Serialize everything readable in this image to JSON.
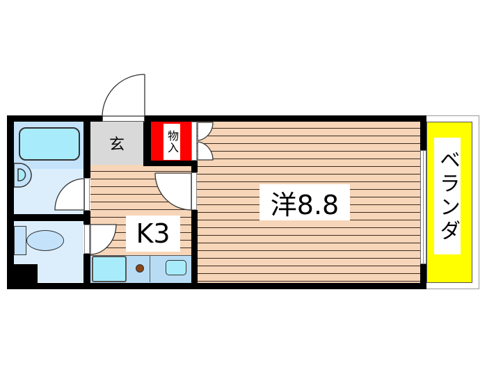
{
  "floorplan": {
    "rooms": {
      "entrance": {
        "label": "玄",
        "color": "#d9d9d9"
      },
      "storage": {
        "label": "物入",
        "color": "#ff0000"
      },
      "kitchen": {
        "label": "K3",
        "color": "#f6d5b8"
      },
      "western_room": {
        "label": "洋8.8",
        "color": "#f6d5b8"
      },
      "veranda": {
        "label": "ベランダ",
        "color": "#ffff00"
      },
      "bathroom": {
        "label": "",
        "color": "#dceefc"
      },
      "toilet": {
        "label": "",
        "color": "#dceefc"
      }
    },
    "fixtures": {
      "bathtub_color": "#a8ecfb",
      "sink_color": "#a8ecfb",
      "stove_color": "#8b4513",
      "counter_color": "#b9dcf5"
    },
    "colors": {
      "wall": "#000000",
      "background": "#ffffff"
    }
  }
}
